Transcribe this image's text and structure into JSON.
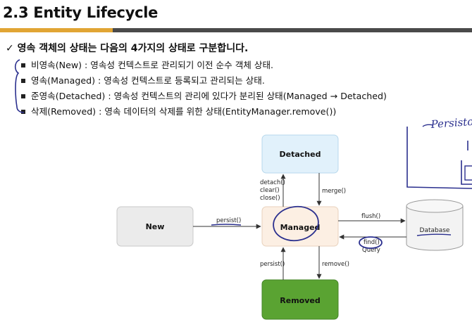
{
  "slide": {
    "title": "2.3 Entity Lifecycle",
    "heading": "✓ 영속 객체의 상태는 다음의 4가지의 상태로 구분합니다.",
    "bullets": [
      {
        "label": "비영속(New) : 영속성 컨텍스트로 관리되기 이전 순수 객체 상태."
      },
      {
        "label": "영속(Managed) : 영속성 컨텍스트로 등록되고 관리되는 상태."
      },
      {
        "label": "준영속(Detached) : 영속성 컨텍스트의 관리에 있다가 분리된 상태(Managed → Detached)"
      },
      {
        "label": "삭제(Removed) : 영속 데이터의 삭제를 위한 상태(EntityManager.remove())"
      }
    ]
  },
  "diagram": {
    "nodes": {
      "detached": "Detached",
      "new": "New",
      "managed": "Managed",
      "removed": "Removed",
      "database": "Database"
    },
    "edges": {
      "detach_line1": "detach()",
      "detach_line2": "clear()",
      "detach_line3": "close()",
      "merge": "merge()",
      "persist_new": "persist()",
      "flush": "flush()",
      "find": "find()",
      "query": "Query",
      "persist_removed": "persist()",
      "remove": "remove()"
    }
  },
  "handwriting": {
    "text": "Persisto"
  },
  "colors": {
    "accent_bar": "#e1a534",
    "dark_bar": "#4a4a4a",
    "detached_fill": "#e1f1fb",
    "managed_fill": "#fcefe3",
    "removed_fill": "#5aa332",
    "new_fill": "#ebebeb",
    "ink": "#2a2f8e"
  }
}
